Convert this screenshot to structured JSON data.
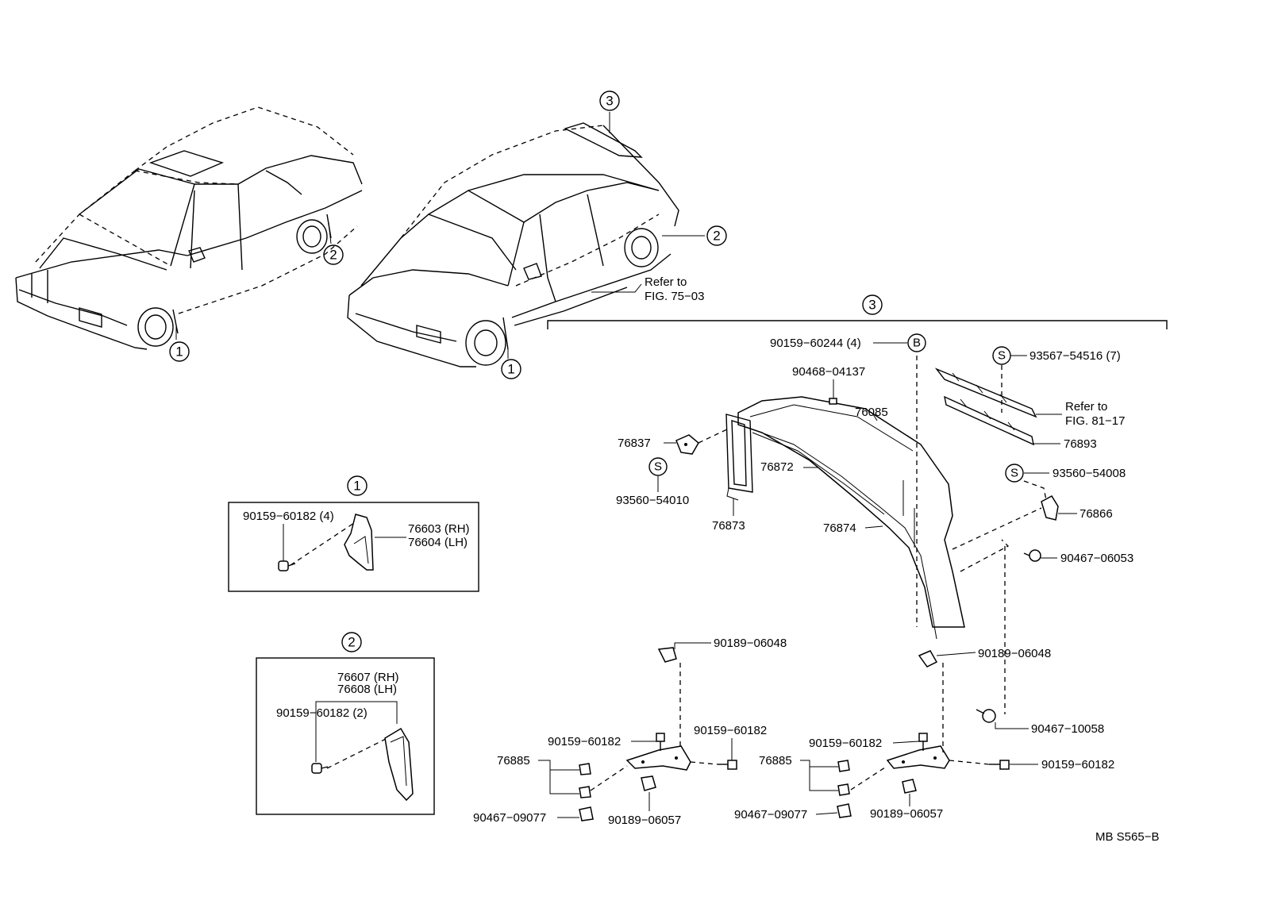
{
  "callouts": {
    "c1": "1",
    "c2": "2",
    "c3": "3",
    "b": "B",
    "s": "S"
  },
  "cars": {
    "hatch_refer_line1": "Refer to",
    "hatch_refer_line2": "FIG. 75−03"
  },
  "box1": {
    "bolt": "90159−60182 (4)",
    "rh": "76603 (RH)",
    "lh": "76604 (LH)"
  },
  "box2": {
    "rh": "76607 (RH)",
    "lh": "76608 (LH)",
    "bolt": "90159−60182 (2)"
  },
  "spoiler": {
    "p_90159_60244": "90159−60244 (4)",
    "p_90468_04137": "90468−04137",
    "p_76085": "76085",
    "p_93567_54516": "93567−54516 (7)",
    "refer_line1": "Refer to",
    "refer_line2": "FIG. 81−17",
    "p_76893": "76893",
    "p_76837": "76837",
    "p_93560_54010": "93560−54010",
    "p_76872": "76872",
    "p_76873": "76873",
    "p_76874": "76874",
    "p_93560_54008": "93560−54008",
    "p_76866": "76866",
    "p_90467_06053": "90467−06053",
    "p_90189_06048_l": "90189−06048",
    "p_90189_06048_r": "90189−06048",
    "p_90467_10058": "90467−10058",
    "p_90159_60182_a": "90159−60182",
    "p_90159_60182_b": "90159−60182",
    "p_90159_60182_c": "90159−60182",
    "p_90159_60182_d": "90159−60182",
    "p_76885_l": "76885",
    "p_76885_r": "76885",
    "p_90467_09077_l": "90467−09077",
    "p_90467_09077_r": "90467−09077",
    "p_90189_06057_l": "90189−06057",
    "p_90189_06057_r": "90189−06057"
  },
  "code": "MB S565−B"
}
